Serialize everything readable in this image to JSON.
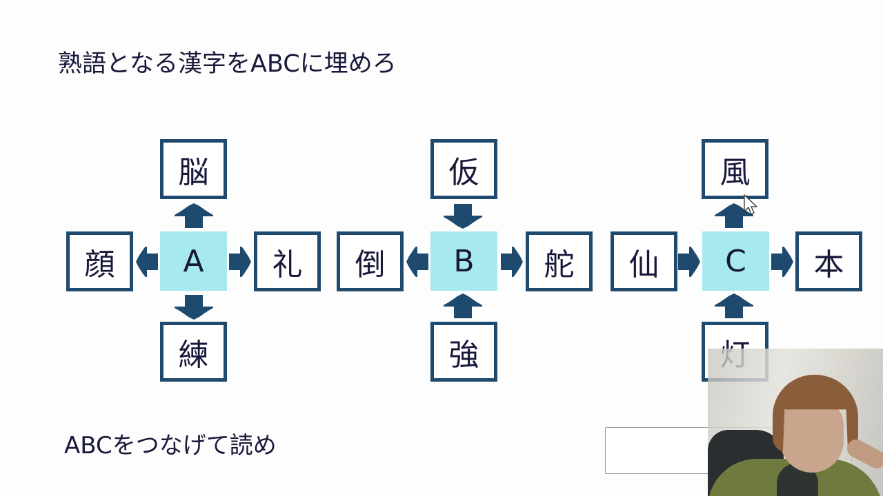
{
  "title": "熟語となる漢字をABCに埋めろ",
  "instruction": "ABCをつなげて読め",
  "colors": {
    "box_border": "#1f4a6e",
    "arrow": "#1d4a6e",
    "center_fill": "#a6e9ef",
    "text": "#18193a"
  },
  "puzzles": [
    {
      "center": "A",
      "top": {
        "kanji": "脳",
        "arrow": "up"
      },
      "left": {
        "kanji": "顔",
        "arrow": "left"
      },
      "right": {
        "kanji": "礼",
        "arrow": "right"
      },
      "bottom": {
        "kanji": "練",
        "arrow": "down"
      }
    },
    {
      "center": "B",
      "top": {
        "kanji": "仮",
        "arrow": "down"
      },
      "left": {
        "kanji": "倒",
        "arrow": "left"
      },
      "right": {
        "kanji": "舵",
        "arrow": "right"
      },
      "bottom": {
        "kanji": "強",
        "arrow": "up"
      }
    },
    {
      "center": "C",
      "top": {
        "kanji": "風",
        "arrow": "up"
      },
      "left": {
        "kanji": "仙",
        "arrow": "right"
      },
      "right": {
        "kanji": "本",
        "arrow": "right"
      },
      "bottom": {
        "kanji": "灯",
        "arrow": "up"
      }
    }
  ],
  "answer": {
    "value": ""
  },
  "overlay": {
    "icon": "webcam-video-feed"
  },
  "cursor": {
    "icon": "mouse-pointer-icon"
  }
}
